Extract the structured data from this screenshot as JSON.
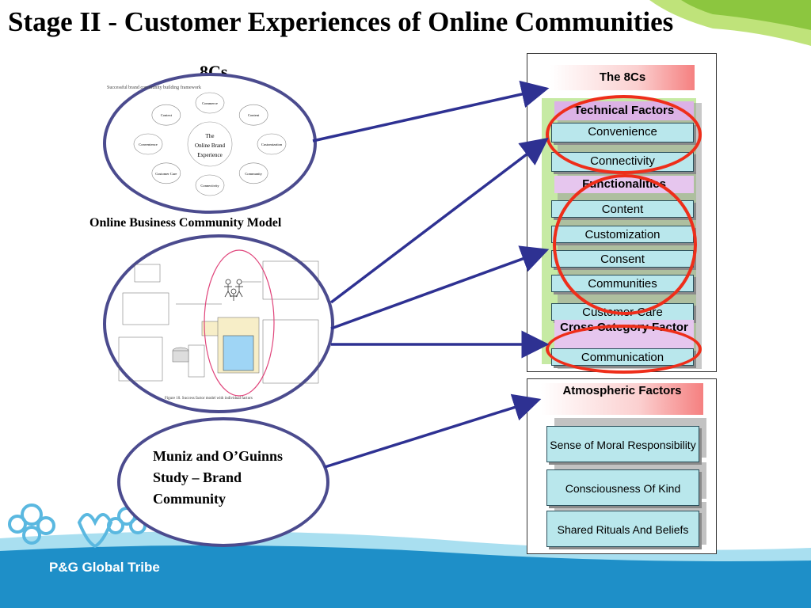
{
  "slide": {
    "title": "Stage II - Customer Experiences of Online Communities",
    "footer": "P&G Global Tribe"
  },
  "left": {
    "label_8cs": "8Cs",
    "diagram_caption": "Successful brand community building framework",
    "center_text": [
      "The",
      "Online Brand",
      "Experience"
    ],
    "nodes": [
      "Commerce",
      "Content",
      "Customization",
      "Community",
      "Connectivity",
      "Customer Care",
      "Convenience",
      "Context"
    ],
    "model_label": "Online Business Community Model",
    "model_figure_caption": "Figure 10. Success factor model with individual factors",
    "study_label": "Muniz and O’Guinns Study – Brand Community"
  },
  "right_top": {
    "header": "The 8Cs",
    "technical_factors": "Technical Factors",
    "convenience": "Convenience",
    "connectivity": "Connectivity",
    "functionalities": "Functionalities",
    "content": "Content",
    "customization": "Customization",
    "consent": "Consent",
    "communities": "Communities",
    "customer_care": "Customer Care",
    "cross_category": "Cross Category Factor",
    "communication": "Communication"
  },
  "right_bottom": {
    "header": "Atmospheric Factors",
    "moral": "Sense of Moral Responsibility",
    "kind": "Consciousness Of Kind",
    "rituals": "Shared Rituals And Beliefs"
  },
  "colors": {
    "oval_outline": "#4b4b8e",
    "arrow": "#2e3192",
    "highlight_red": "#ee2e1a",
    "footer_blue": "#1e8fc8",
    "bar_fill": "#b9e7ec"
  }
}
